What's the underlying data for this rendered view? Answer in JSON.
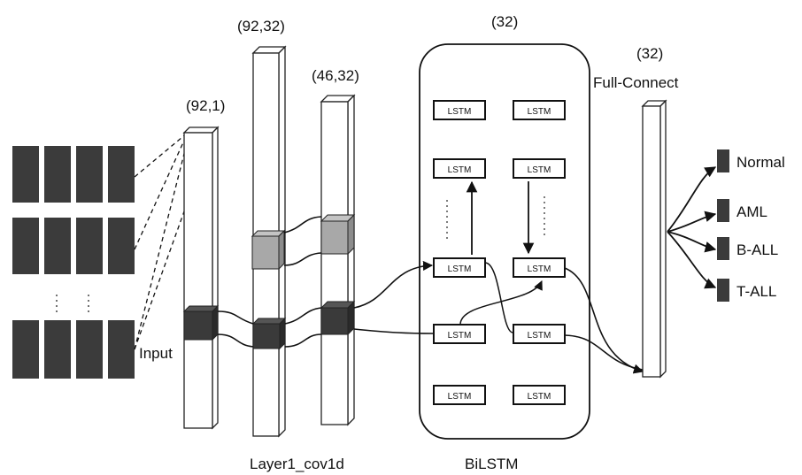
{
  "input_label": "Input",
  "input_shape": "(92,1)",
  "conv_shape_1": "(92,32)",
  "conv_shape_2": "(46,32)",
  "conv_label": "Layer1_cov1d",
  "bilstm_units": "(32)",
  "bilstm_label": "BiLSTM",
  "lstm_cell_label": "LSTM",
  "fc_units": "(32)",
  "fc_label": "Full-Connect",
  "outputs": [
    "Normal",
    "AML",
    "B-ALL",
    "T-ALL"
  ],
  "colors": {
    "input_block": "#3b3b3b",
    "dark_cube": "#3a3a3a",
    "light_cube": "#a8a8a8",
    "stroke": "#222222"
  }
}
